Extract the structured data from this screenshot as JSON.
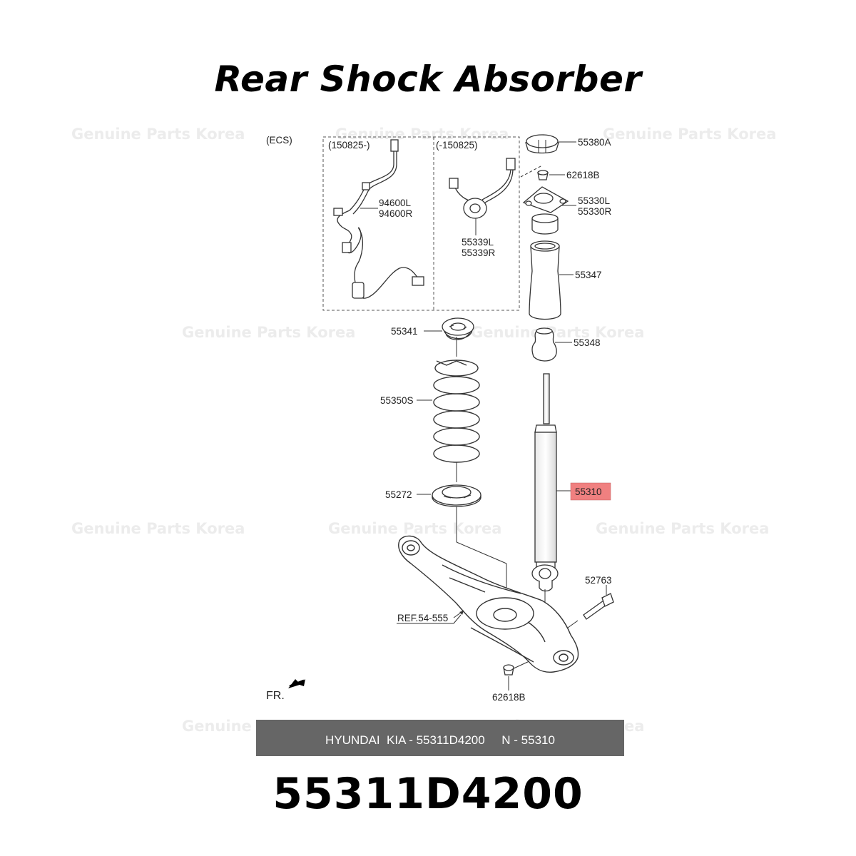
{
  "title": "Rear Shock Absorber",
  "part_number": "55311D4200",
  "banner": "HYUNDAI  KIA - 55311D4200     N - 55310",
  "watermark": "Genuine Parts Korea",
  "diagram": {
    "ecs": "(ECS)",
    "group_new": "(150825-)",
    "group_old": "(-150825)",
    "labels": {
      "p94600L": "94600L",
      "p94600R": "94600R",
      "p55339L": "55339L",
      "p55339R": "55339R",
      "p55380A": "55380A",
      "p62618B_top": "62618B",
      "p55330L": "55330L",
      "p55330R": "55330R",
      "p55347": "55347",
      "p55348": "55348",
      "p55341": "55341",
      "p55350S": "55350S",
      "p55272": "55272",
      "p55310": "55310",
      "p52763": "52763",
      "ref": "REF.54-555",
      "p62618B_bottom": "62618B",
      "fr": "FR."
    },
    "highlight_color": "#f08080"
  }
}
